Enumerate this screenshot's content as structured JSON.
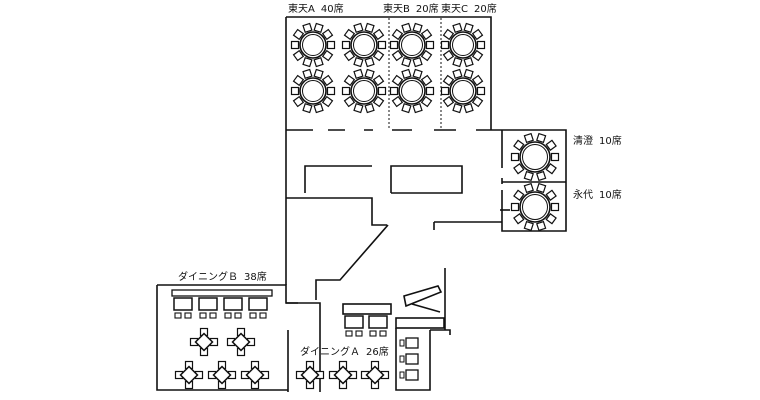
{
  "rooms": {
    "toten_a": {
      "name": "東天A",
      "seats": "40席"
    },
    "toten_b": {
      "name": "東天B",
      "seats": "20席"
    },
    "toten_c": {
      "name": "東天C",
      "seats": "20席"
    },
    "seicho": {
      "name": "清澄",
      "seats": "10席"
    },
    "eitai": {
      "name": "永代",
      "seats": "10席"
    },
    "dining_b": {
      "name": "ダイニングＢ",
      "seats": "38席"
    },
    "dining_a": {
      "name": "ダイニングＡ",
      "seats": "26席"
    }
  },
  "colors": {
    "line": "#111111",
    "background": "#ffffff"
  }
}
